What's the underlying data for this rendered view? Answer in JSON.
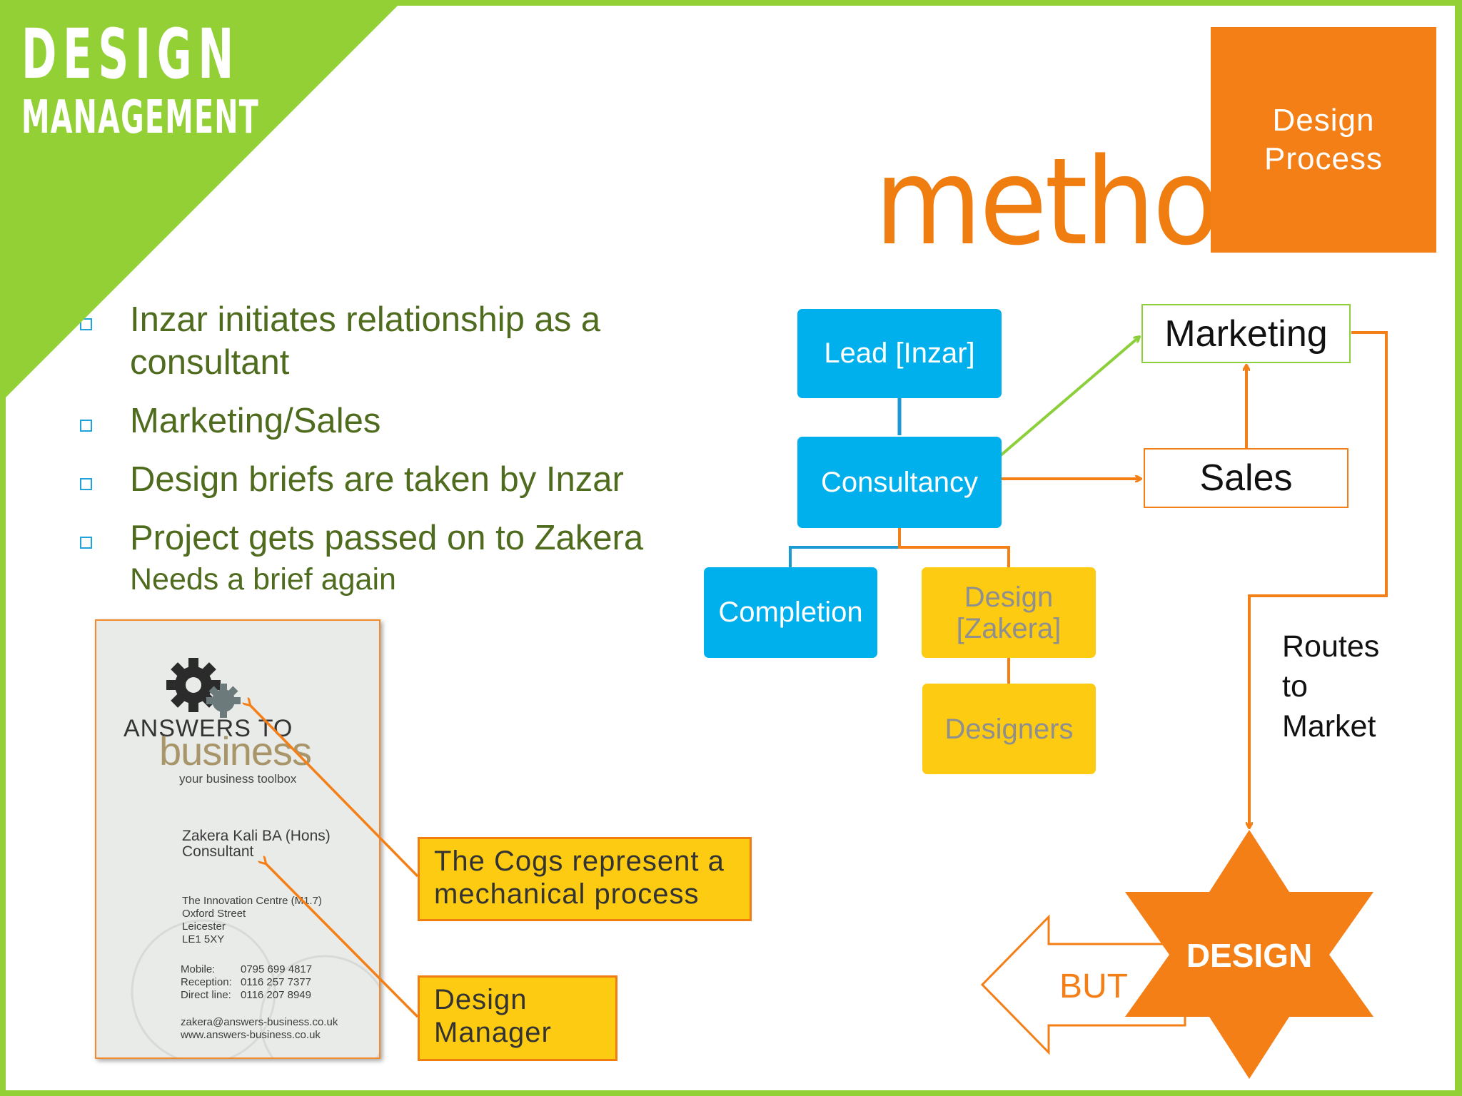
{
  "header": {
    "title_line1": "DESIGN",
    "title_line2": "MANAGEMENT",
    "method_word": "method",
    "section_box": "Design Process"
  },
  "bullets": [
    {
      "text": "Inzar initiates relationship as a consultant"
    },
    {
      "text": "Marketing/Sales"
    },
    {
      "text": "Design briefs are taken by Inzar"
    },
    {
      "text": "Project gets passed on to Zakera",
      "sub": "Needs a brief again"
    }
  ],
  "diagram": {
    "lead": "Lead [Inzar]",
    "consultancy": "Consultancy",
    "completion": "Completion",
    "design_zakera": "Design [Zakera]",
    "designers": "Designers",
    "marketing": "Marketing",
    "sales": "Sales",
    "routes": "Routes to Market",
    "star_label": "DESIGN",
    "arrow_label": "BUT"
  },
  "card": {
    "brand_top": "ANSWERS TO",
    "brand_main": "business",
    "tagline": "your business toolbox",
    "name": "Zakera Kali BA (Hons)",
    "role": "Consultant",
    "address": [
      "The Innovation Centre (M1.7)",
      "Oxford Street",
      "Leicester",
      "LE1 5XY"
    ],
    "phones": [
      {
        "label": "Mobile:",
        "value": "0795 699 4817"
      },
      {
        "label": "Reception:",
        "value": "0116 257 7377"
      },
      {
        "label": "Direct line:",
        "value": "0116 207 8949"
      }
    ],
    "email": "zakera@answers-business.co.uk",
    "web": "www.answers-business.co.uk"
  },
  "callouts": {
    "cogs": "The Cogs represent a mechanical process",
    "manager": "Design Manager"
  },
  "colors": {
    "green": "#92d036",
    "orange": "#f57f17",
    "blue": "#00b0ec",
    "yellow": "#fdcc12",
    "bullet_text": "#4e6b1e"
  }
}
